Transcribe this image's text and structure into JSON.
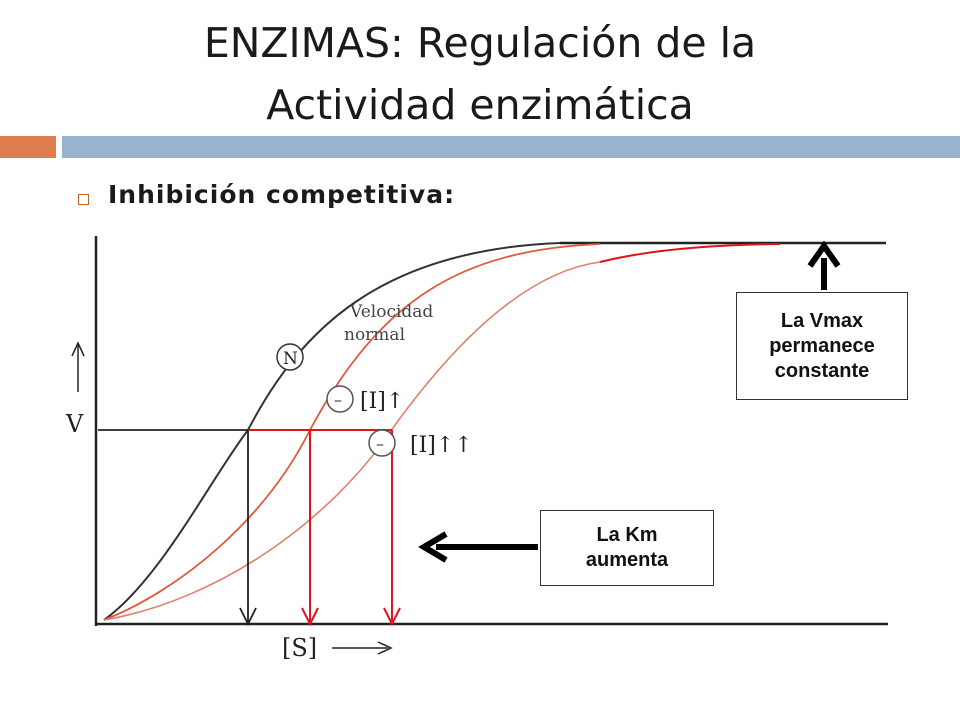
{
  "slide": {
    "title_line1": "ENZIMAS: Regulación de la",
    "title_line2": "Actividad enzimática",
    "bullet": "Inhibición competitiva:"
  },
  "graph": {
    "y_label": "V",
    "x_label": "[S]",
    "curve_label_line1": "Velocidad",
    "curve_label_line2": "normal",
    "marker_normal": "N",
    "marker_inhibited": "–",
    "inhibitor_low": "[I]↑",
    "inhibitor_high": "[I]↑↑"
  },
  "callouts": {
    "vmax_line1": "La Vmax",
    "vmax_line2": "permanece",
    "vmax_line3": "constante",
    "km_line1": "La Km",
    "km_line2": "aumenta"
  },
  "colors": {
    "orange_bar": "#DE7E4E",
    "blue_bar": "#98B3D0",
    "inhibited_curve": "#E05A3C",
    "red_lines": "#E0141E",
    "normal_curve": "#333333"
  }
}
